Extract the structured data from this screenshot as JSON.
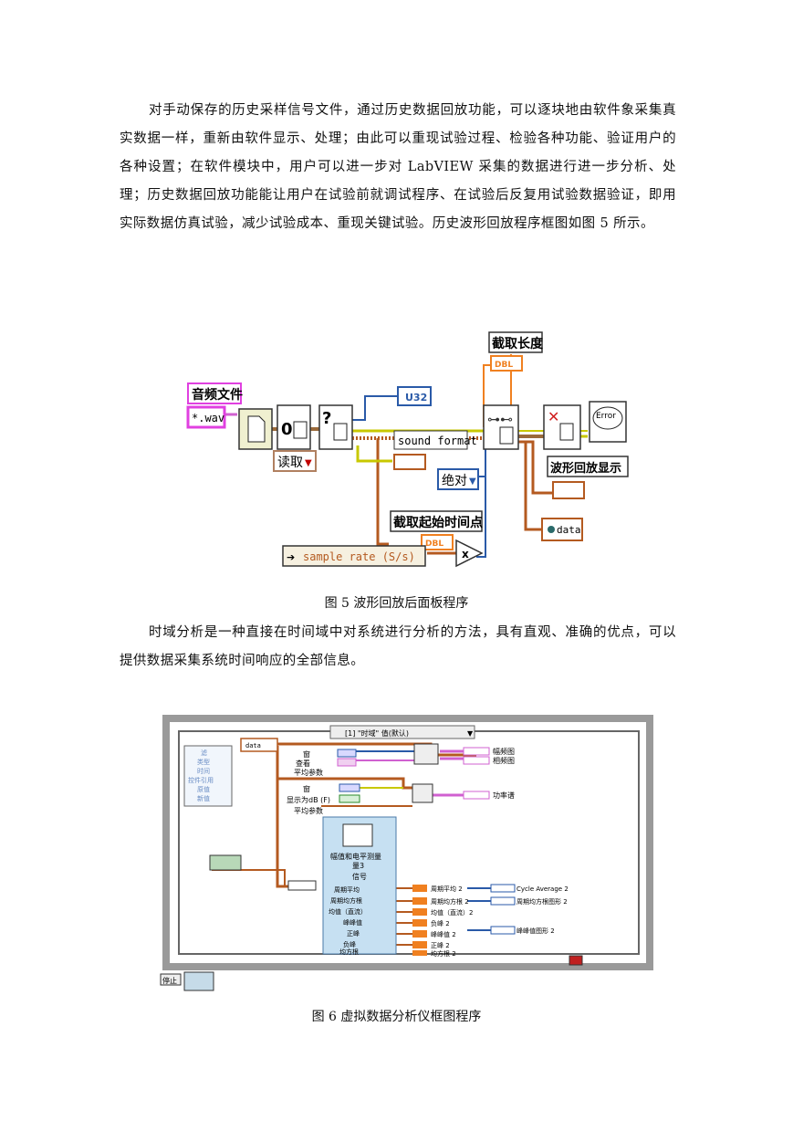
{
  "para1": "对手动保存的历史采样信号文件，通过历史数据回放功能，可以逐块地由软件象采集真实数据一样，重新由软件显示、处理；由此可以重现试验过程、检验各种功能、验证用户的各种设置；在软件模块中，用户可以进一步对 LabVIEW 采集的数据进行进一步分析、处理；历史数据回放功能能让用户在试验前就调试程序、在试验后反复用试验数据验证，即用实际数据仿真试验，减少试验成本、重现关键试验。历史波形回放程序框图如图 5 所示。",
  "fig5": {
    "audio_file": "音频文件",
    "file_pattern": "*.wav",
    "zero": "0",
    "question": "?",
    "read": "读取",
    "u32": "U32",
    "sound_format": "sound format",
    "absolute": "绝对",
    "cut_length": "截取长度",
    "dbl": "DBL",
    "error": "Error",
    "wave_display": "波形回放显示",
    "data": "data",
    "cut_start": "截取起始时间点",
    "sample_rate": "sample rate (S/s)",
    "x_mark": "x",
    "caption": "图 5  波形回放后面板程序"
  },
  "para2": "时域分析是一种直接在时间域中对系统进行分析的方法，具有直观、准确的优点，可以提供数据采集系统时间响应的全部信息。",
  "fig6": {
    "case_selector": "[1] \"时域\" 值(默认)",
    "data": "data",
    "left_list": [
      "滤",
      "类型",
      "时间",
      "控件引用",
      "原值",
      "新值"
    ],
    "window": "窗",
    "view": "查看",
    "avg_params": "平均参数",
    "amp_spectrum": "幅频图",
    "phase_spectrum": "相频图",
    "show_db": "显示为dB (F)",
    "power_spectrum": "功率谱",
    "amp_level": "幅值和电平测量",
    "amp_level_extra": "量3",
    "signal": "信号",
    "measures": [
      "周期平均",
      "周期均方根",
      "均值（直流）",
      "峰峰值",
      "正峰",
      "负峰",
      "均方根"
    ],
    "outputs": [
      "周期平均 2",
      "周期均方根 2",
      "均值（直流）2",
      "负峰 2",
      "峰峰值 2",
      "正峰 2",
      "均方根 2"
    ],
    "cycle_average": "Cycle Average 2",
    "cycle_rms_graph": "周期均方根图形 2",
    "pkpk_graph": "峰峰值图形 2",
    "stop": "停止",
    "caption": "图 6  虚拟数据分析仪框图程序"
  }
}
